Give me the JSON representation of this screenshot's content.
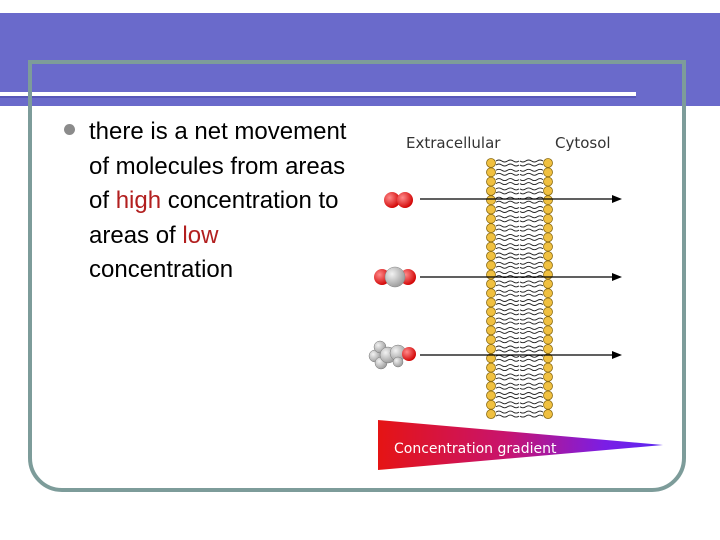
{
  "slide": {
    "bullet_text": {
      "part1": "there is a net movement of molecules from areas of ",
      "high": "high",
      "part2": " concentration to areas of ",
      "low": "low",
      "part3": " concentration"
    },
    "colors": {
      "header": "#6a6acb",
      "frame": "#7d9c9a",
      "highlight": "#b21f1f"
    }
  },
  "diagram": {
    "left_label": "Extracellular",
    "right_label": "Cytosol",
    "gradient_label": "Concentration gradient",
    "molecules": [
      "red-diatomic",
      "red-gray-triatomic",
      "gray-cluster-with-red"
    ]
  }
}
